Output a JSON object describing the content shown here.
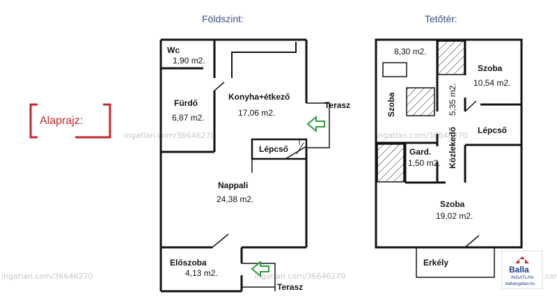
{
  "headers": {
    "ground": "Földszint:",
    "attic": "Tetőtér:"
  },
  "badge": {
    "label": "Alaprajz:",
    "color": "#c0282d"
  },
  "watermark": "ingatlan.com/36646270",
  "ground_floor": {
    "wc": {
      "name": "Wc",
      "area": "1,90 m2."
    },
    "furdo": {
      "name": "Fürdő",
      "area": "6,87 m2."
    },
    "konyha": {
      "name": "Konyha+étkező",
      "area": "17,06 m2."
    },
    "terasz_side": "Terasz",
    "lepcso": "Lépcső",
    "nappali": {
      "name": "Nappali",
      "area": "24,38 m2."
    },
    "eloszoba": {
      "name": "Előszoba",
      "area": "4,13 m2."
    },
    "terasz_bottom": "Terasz"
  },
  "attic_floor": {
    "szoba_small": {
      "name": "Szoba",
      "area": "8,30 m2."
    },
    "szoba_right": {
      "name": "Szoba",
      "area": "10,54 m2."
    },
    "kozlekedo": {
      "name": "Közlekedő",
      "area": "5,35 m2."
    },
    "lepcso": "Lépcső",
    "gard": {
      "name": "Gard.",
      "area": "1,50 m2."
    },
    "szoba_big": {
      "name": "Szoba",
      "area": "19,02 m2."
    },
    "erkely": "Erkély"
  },
  "logo": {
    "name": "Balla",
    "sub": "INGATLAN",
    "url": "ballaingatlan.hu",
    "color": "#1d3b8a",
    "roof_color": "#c0282d"
  },
  "arrow_color": "#2e9a3a"
}
